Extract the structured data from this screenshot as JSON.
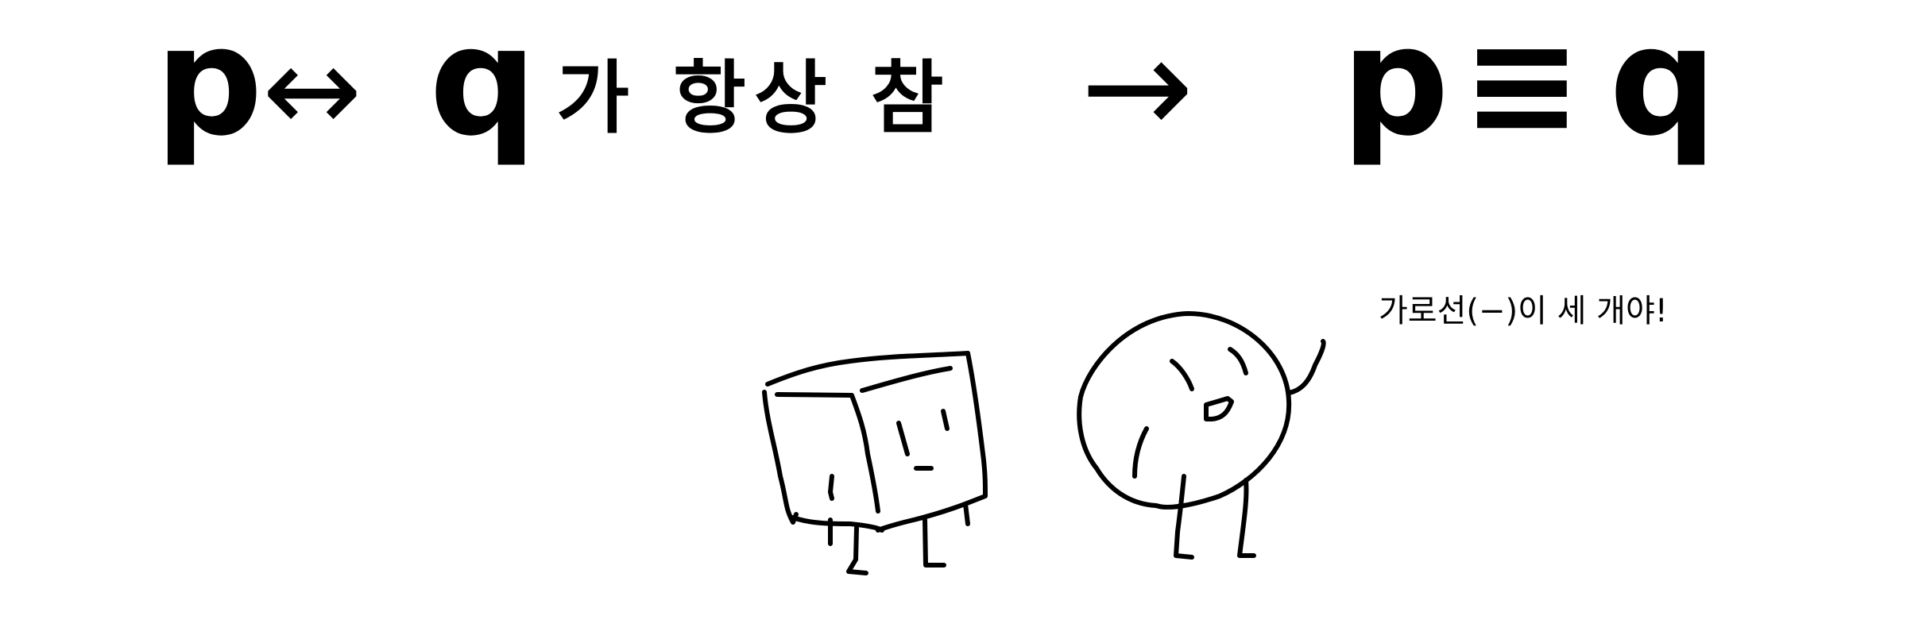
{
  "equation": {
    "lhs_p": "p",
    "arrow_iff": "↔",
    "lhs_q": "q",
    "condition": "가 항상 참",
    "implies_arrow": "→",
    "rhs_p": "p",
    "equiv": "≡",
    "rhs_q": "q"
  },
  "speech": {
    "text": "가로선(−)이 세 개야!"
  },
  "characters": {
    "cube": "cube-character",
    "ball": "round-character"
  },
  "colors": {
    "ink": "#000000",
    "background": "#ffffff"
  }
}
